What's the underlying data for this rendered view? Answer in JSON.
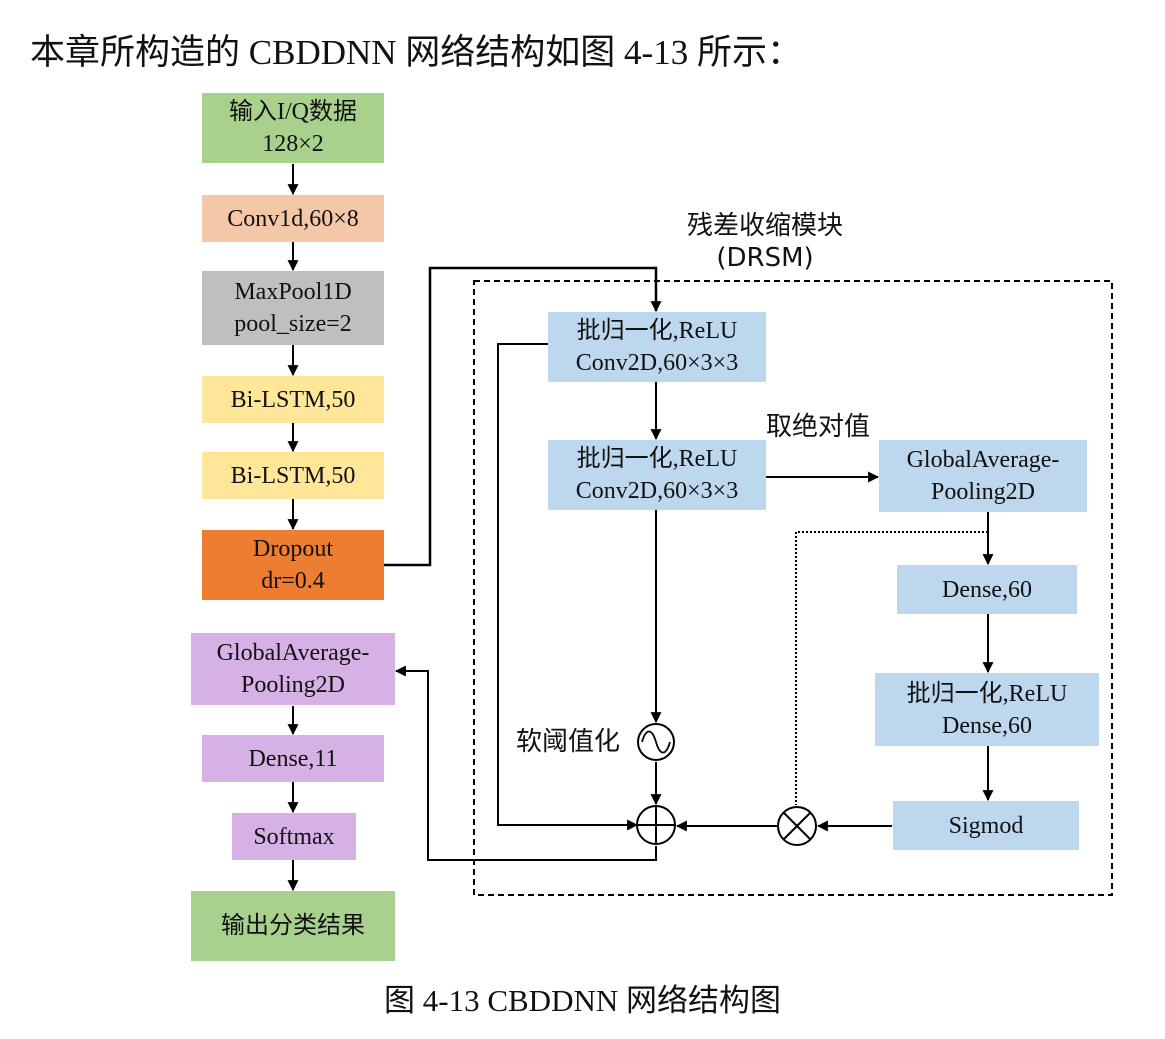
{
  "intro_text": "本章所构造的 CBDDNN 网络结构如图 4-13 所示：",
  "caption": "图 4-13 CBDDNN 网络结构图",
  "drsm": {
    "title_line1": "残差收缩模块",
    "title_line2": "(DRSM)"
  },
  "left_column": {
    "input": {
      "line1": "输入I/Q数据",
      "line2": "128×2"
    },
    "conv1d": "Conv1d,60×8",
    "maxpool": {
      "line1": "MaxPool1D",
      "line2": "pool_size=2"
    },
    "bilstm1": "Bi-LSTM,50",
    "bilstm2": "Bi-LSTM,50",
    "dropout": {
      "line1": "Dropout",
      "line2": "dr=0.4"
    },
    "gap": {
      "line1": "GlobalAverage-",
      "line2": "Pooling2D"
    },
    "dense11": "Dense,11",
    "softmax": "Softmax",
    "output": "输出分类结果"
  },
  "drsm_blocks": {
    "bn_conv_1": {
      "line1": "批归一化,ReLU",
      "line2": "Conv2D,60×3×3"
    },
    "bn_conv_2": {
      "line1": "批归一化,ReLU",
      "line2": "Conv2D,60×3×3"
    },
    "gap": {
      "line1": "GlobalAverage-",
      "line2": "Pooling2D"
    },
    "dense60": "Dense,60",
    "bn_dense": {
      "line1": "批归一化,ReLU",
      "line2": "Dense,60"
    },
    "sigmoid": "Sigmod"
  },
  "labels": {
    "abs": "取绝对值",
    "soft_threshold": "软阈值化"
  },
  "colors": {
    "green": "#a9d18e",
    "peach": "#f4c7a8",
    "gray": "#bfbfbf",
    "yellow": "#ffe699",
    "orange": "#ed7d31",
    "purple": "#d5b1e6",
    "blue": "#bdd7ee"
  }
}
